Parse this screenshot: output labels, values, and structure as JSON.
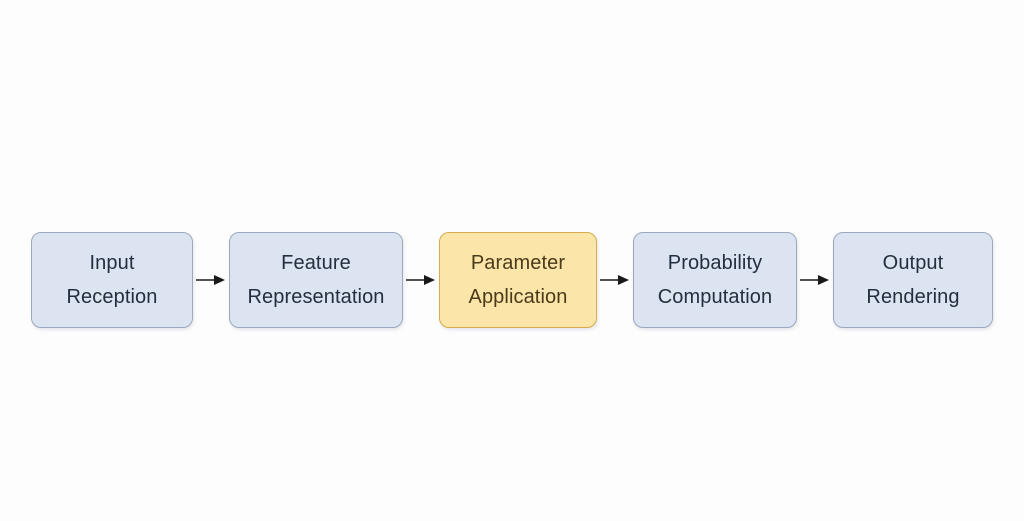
{
  "diagram": {
    "type": "horizontal-pipeline-flowchart",
    "background_color": "#fdfdfd",
    "node_count": 5,
    "arrow_count": 4,
    "colors": {
      "node_fill": "#dce4f2",
      "node_border": "#9aa9bd",
      "node_text": "#232f3e",
      "highlight_fill": "#fbe5a8",
      "highlight_border": "#d8ab4e",
      "highlight_text": "#4a3a1a",
      "arrow": "#1a1a1a"
    },
    "nodes": [
      {
        "id": "input-reception",
        "line1": "Input",
        "line2": "Reception",
        "state": "default"
      },
      {
        "id": "feature-representation",
        "line1": "Feature",
        "line2": "Representation",
        "state": "default"
      },
      {
        "id": "parameter-application",
        "line1": "Parameter",
        "line2": "Application",
        "state": "highlight"
      },
      {
        "id": "probability-computation",
        "line1": "Probability",
        "line2": "Computation",
        "state": "default"
      },
      {
        "id": "output-rendering",
        "line1": "Output",
        "line2": "Rendering",
        "state": "default"
      }
    ],
    "arrows": [
      {
        "id": "arrow-1",
        "icon": "arrow-right-icon",
        "from": "input-reception",
        "to": "feature-representation"
      },
      {
        "id": "arrow-2",
        "icon": "arrow-right-icon",
        "from": "feature-representation",
        "to": "parameter-application"
      },
      {
        "id": "arrow-3",
        "icon": "arrow-right-icon",
        "from": "parameter-application",
        "to": "probability-computation"
      },
      {
        "id": "arrow-4",
        "icon": "arrow-right-icon",
        "from": "probability-computation",
        "to": "output-rendering"
      }
    ]
  }
}
